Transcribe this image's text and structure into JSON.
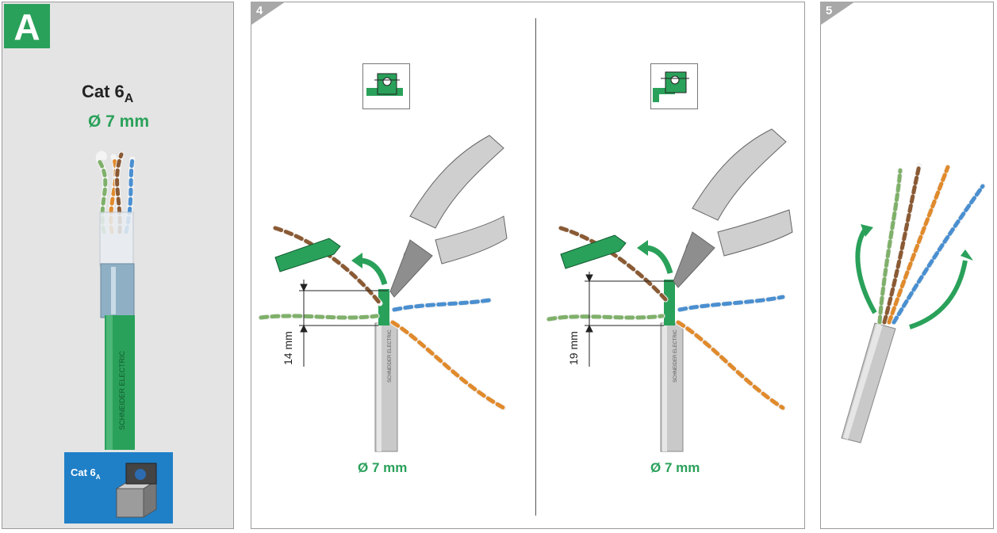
{
  "panel_a": {
    "badge": "A",
    "cable_title": "Cat 6",
    "cable_title_sub": "A",
    "diameter": "Ø 7 mm",
    "cable_print": "SCHNEIDER ELECTRIC",
    "connector_label": "Cat 6",
    "connector_label_sub": "A"
  },
  "panel_4": {
    "step": "4",
    "left": {
      "length": "14 mm",
      "diameter": "Ø 7 mm",
      "cable_print": "SCHNEIDER ELECTRIC"
    },
    "right": {
      "length": "19 mm",
      "diameter": "Ø 7 mm",
      "cable_print": "SCHNEIDER ELECTRIC"
    }
  },
  "panel_5": {
    "step": "5"
  },
  "colors": {
    "green": "#2aa15a",
    "blue": "#1f7fc7",
    "orange": "#e08a2c",
    "brown": "#8a5a34",
    "grey": "#c8c8c8"
  }
}
